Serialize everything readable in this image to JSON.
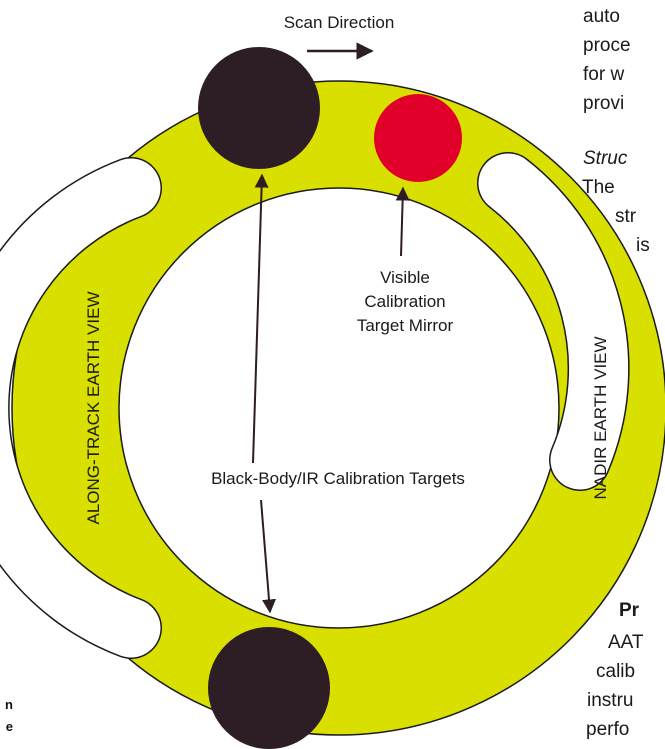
{
  "diagram": {
    "scan_direction_label": "Scan Direction",
    "visible_target_label": [
      "Visible",
      "Calibration",
      "Target Mirror"
    ],
    "blackbody_label": "Black-Body/IR Calibration Targets",
    "along_track_label": "ALONG-TRACK EARTH VIEW",
    "nadir_label": "NADIR EARTH VIEW",
    "colors": {
      "ring": "#d9e000",
      "blackbody": "#2d1d24",
      "visible_target": "#e0002a",
      "outline": "#1a1a1a"
    }
  },
  "body_text": {
    "lines": [
      "auto",
      "proce",
      "for  w",
      "provi"
    ],
    "section_heading": "Struc",
    "section_lines": [
      "The",
      "str",
      "is"
    ],
    "bold_heading": "Pr",
    "bottom_lines": [
      "AAT",
      "calib",
      "instru",
      "perfo"
    ]
  },
  "caption": {
    "fragments": [
      "n",
      "e"
    ]
  }
}
